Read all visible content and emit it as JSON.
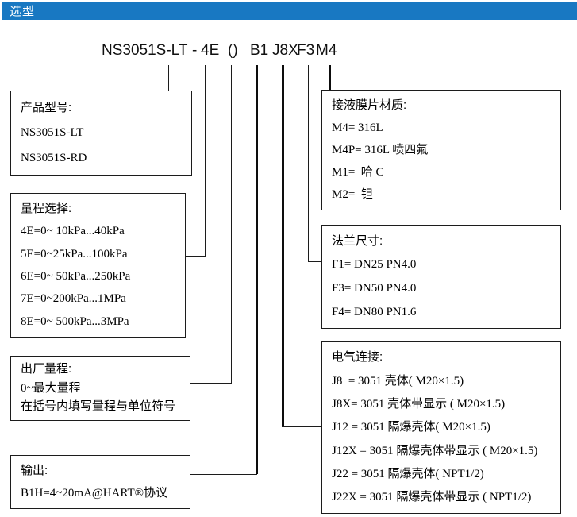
{
  "header": {
    "title": "选型",
    "bar_color": "#1878c2"
  },
  "model_code": {
    "segments": [
      "NS3051S-LT",
      "-",
      "4E",
      "()",
      "B1",
      "J8X",
      "F3",
      "M4"
    ]
  },
  "boxes": {
    "product_model": {
      "title": "产品型号:",
      "rows": [
        "NS3051S-LT",
        "NS3051S-RD"
      ]
    },
    "range_selection": {
      "title": "量程选择:",
      "rows": [
        "4E=0~ 10kPa...40kPa",
        "5E=0~25kPa...100kPa",
        "6E=0~ 50kPa...250kPa",
        "7E=0~200kPa...1MPa",
        "8E=0~ 500kPa...3MPa"
      ]
    },
    "factory_range": {
      "title": "出厂量程:",
      "rows": [
        "0~最大量程",
        "在括号内填写量程与单位符号"
      ]
    },
    "output": {
      "title": "输出:",
      "rows": [
        "B1H=4~20mA@HART®协议"
      ]
    },
    "diaphragm_material": {
      "title": "接液膜片材质:",
      "rows": [
        "M4= 316L",
        "M4P= 316L 喷四氟",
        "M1=  哈 C",
        "M2=  钽"
      ]
    },
    "flange_size": {
      "title": "法兰尺寸:",
      "rows": [
        "F1= DN25 PN4.0",
        "F3= DN50 PN4.0",
        "F4= DN80 PN1.6"
      ]
    },
    "electrical_connection": {
      "title": "电气连接:",
      "rows": [
        "J8  = 3051 壳体( M20×1.5)",
        "J8X= 3051 壳体带显示 ( M20×1.5)",
        "J12 = 3051 隔爆壳体( M20×1.5)",
        "J12X = 3051 隔爆壳体带显示 ( M20×1.5)",
        "J22 = 3051 隔爆壳体( NPT1/2)",
        "J22X = 3051 隔爆壳体带显示 ( NPT1/2)"
      ]
    }
  }
}
